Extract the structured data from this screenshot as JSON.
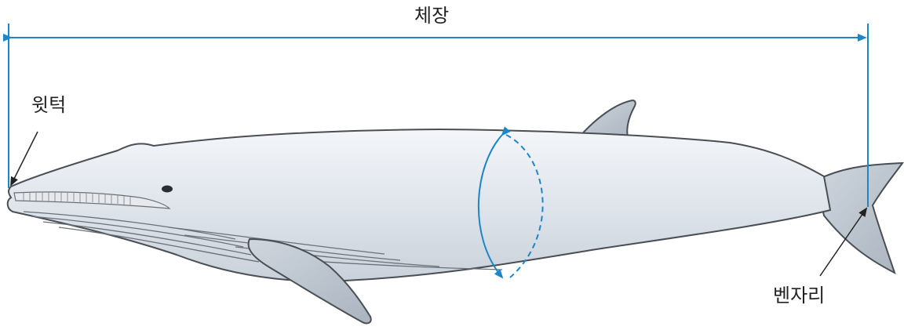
{
  "labels": {
    "body_length": "체장",
    "upper_jaw_tip": "윗턱",
    "tail_notch": "벤자리"
  },
  "colors": {
    "measure_blue": "#1e86c8",
    "body_fill": "#dfe5ec",
    "body_fill_light": "#f1f4f7",
    "outline": "#4a4f55",
    "fin_fill": "#b9c2cc"
  },
  "icons": {
    "measure_arrow": "arrowhead"
  }
}
